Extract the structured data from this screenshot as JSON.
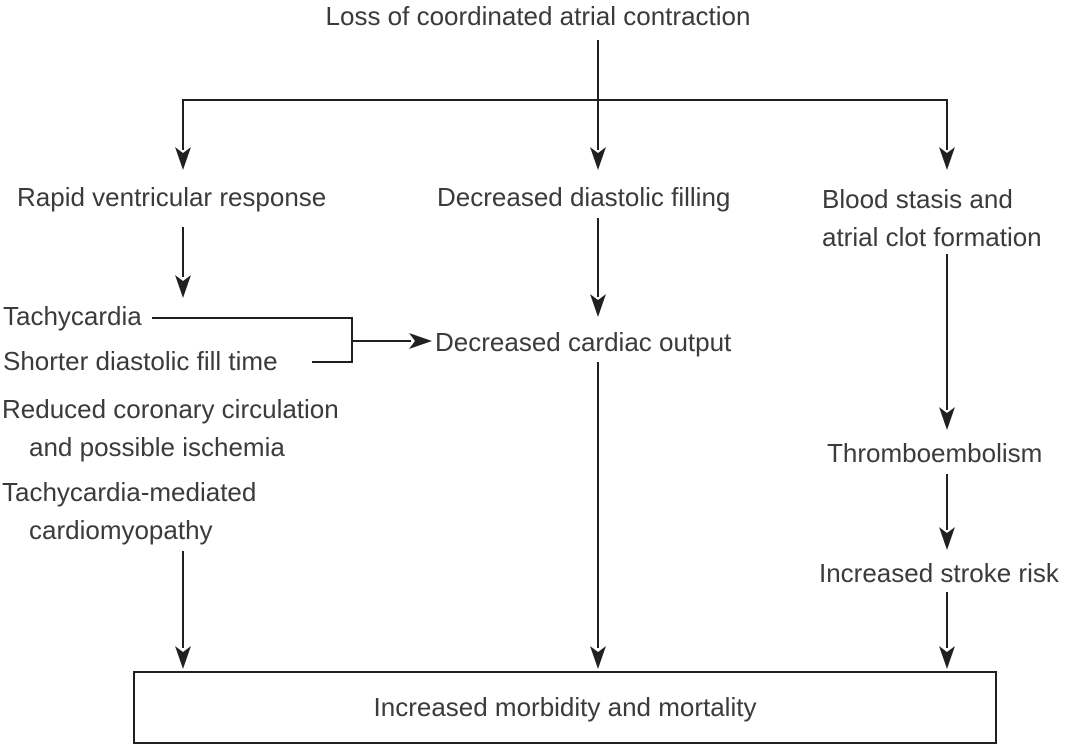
{
  "flowchart": {
    "root": "Loss of coordinated atrial contraction",
    "left": {
      "head": "Rapid ventricular response",
      "tachycardia": "Tachycardia",
      "shorter_fill": "Shorter diastolic fill time",
      "reduced_l1": "Reduced coronary circulation",
      "reduced_l2": "and possible ischemia",
      "tachy_med_l1": "Tachycardia-mediated",
      "tachy_med_l2": "cardiomyopathy"
    },
    "middle": {
      "head": "Decreased diastolic filling",
      "cardiac_output": "Decreased cardiac output"
    },
    "right": {
      "head_l1": "Blood stasis and",
      "head_l2": "atrial clot formation",
      "thromboembolism": "Thromboembolism",
      "stroke_risk": "Increased stroke risk"
    },
    "outcome": "Increased morbidity and mortality"
  },
  "colors": {
    "text": "#3b3a3c",
    "line": "#231f20",
    "background": "#ffffff"
  }
}
